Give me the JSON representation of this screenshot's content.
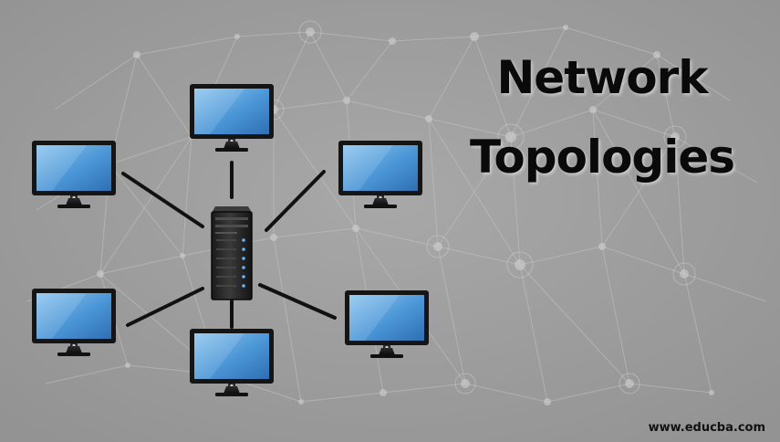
{
  "title": {
    "line1": "Network",
    "line2": "Topologies"
  },
  "watermark": "www.educba.com",
  "diagram": {
    "topology": "star",
    "hub": "server-icon",
    "nodes": [
      "monitor-icon",
      "monitor-icon",
      "monitor-icon",
      "monitor-icon",
      "monitor-icon",
      "monitor-icon"
    ]
  },
  "colors": {
    "background": "#9c9c9c",
    "connection_line": "#111111",
    "screen_blue": "#4a95d6",
    "title_text": "#0a0a0a"
  }
}
